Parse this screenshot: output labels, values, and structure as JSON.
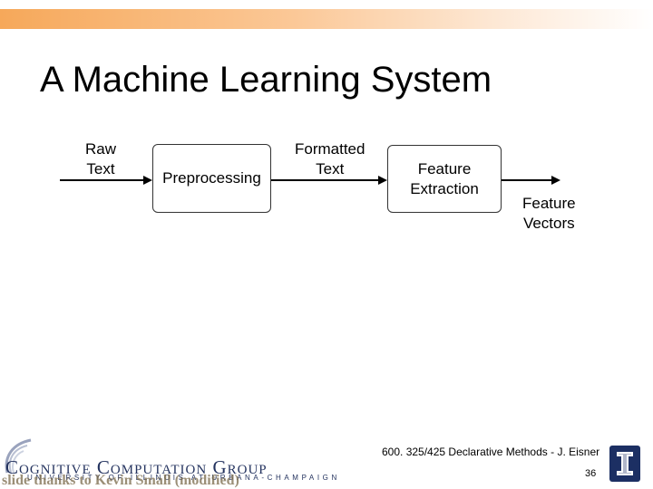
{
  "header": {
    "band_color_start": "#f6a85a",
    "band_color_end": "#ffffff"
  },
  "title": "A Machine Learning System",
  "diagram": {
    "nodes": [
      {
        "id": "raw-text",
        "kind": "label",
        "lines": [
          "Raw",
          "Text"
        ]
      },
      {
        "id": "preprocessing",
        "kind": "box",
        "lines": [
          "Preprocessing"
        ]
      },
      {
        "id": "formatted-text",
        "kind": "label",
        "lines": [
          "Formatted",
          "Text"
        ]
      },
      {
        "id": "feature-extraction",
        "kind": "box",
        "lines": [
          "Feature",
          "Extraction"
        ]
      },
      {
        "id": "feature-vectors",
        "kind": "label",
        "lines": [
          "Feature",
          "Vectors"
        ]
      }
    ],
    "edges": [
      {
        "from": "raw-text",
        "to": "preprocessing"
      },
      {
        "from": "preprocessing",
        "to": "feature-extraction"
      },
      {
        "from": "feature-extraction",
        "to": "feature-vectors"
      }
    ]
  },
  "footer": {
    "credit": "600. 325/425 Declarative Methods - J. Eisner",
    "page_number": "36",
    "thanks": "slide thanks to Kevin Small (modified)",
    "logo_name": "Cognitive Computation Group",
    "logo_university": "UNIVERSITY OF ILLINOIS AT URBANA-CHAMPAIGN",
    "logo_color": "#24335f",
    "illinois_color": "#1c2f63"
  }
}
